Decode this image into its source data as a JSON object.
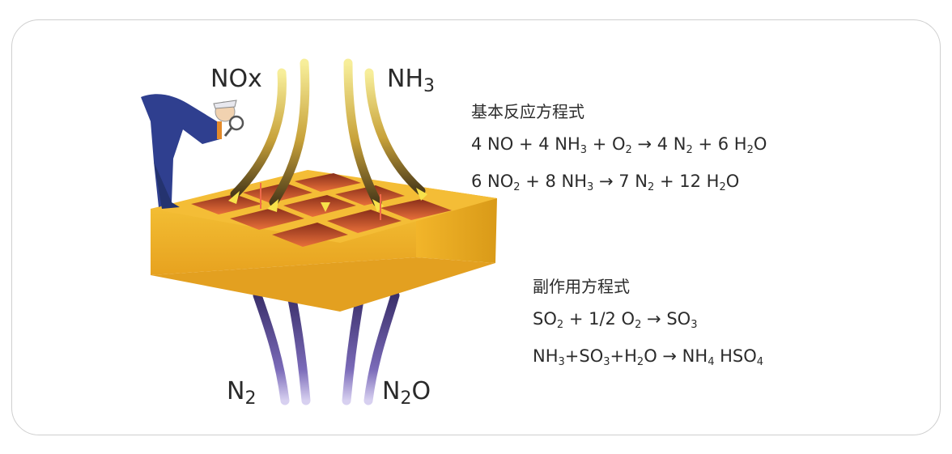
{
  "labels": {
    "nox": "NOx",
    "nh3_main": "NH",
    "nh3_sub": "3",
    "n2_main": "N",
    "n2_sub": "2",
    "n2o_main": "N",
    "n2o_sub": "2",
    "n2o_tail": "O"
  },
  "basic": {
    "title": "基本反应方程式",
    "eq1": [
      {
        "t": "4 NO + 4 NH"
      },
      {
        "s": "3"
      },
      {
        "t": " + O"
      },
      {
        "s": "2"
      },
      {
        "t": " → 4 N"
      },
      {
        "s": "2"
      },
      {
        "t": " + 6 H"
      },
      {
        "s": "2"
      },
      {
        "t": "O"
      }
    ],
    "eq2": [
      {
        "t": "6 NO"
      },
      {
        "s": "2"
      },
      {
        "t": " + 8 NH"
      },
      {
        "s": "3"
      },
      {
        "t": " → 7 N"
      },
      {
        "s": "2"
      },
      {
        "t": " + 12 H"
      },
      {
        "s": "2"
      },
      {
        "t": "O"
      }
    ]
  },
  "side": {
    "title": "副作用方程式",
    "eq1": [
      {
        "t": "SO"
      },
      {
        "s": "2"
      },
      {
        "t": " + 1/2 O"
      },
      {
        "s": "2"
      },
      {
        "t": " → SO"
      },
      {
        "s": "3"
      }
    ],
    "eq2": [
      {
        "t": "NH"
      },
      {
        "s": "3"
      },
      {
        "t": "+SO"
      },
      {
        "s": "3"
      },
      {
        "t": "+H"
      },
      {
        "s": "2"
      },
      {
        "t": "O → NH"
      },
      {
        "s": "4"
      },
      {
        "t": " HSO"
      },
      {
        "s": "4"
      }
    ]
  },
  "colors": {
    "catalyst_top": "#f2b52a",
    "catalyst_side": "#f0b42c",
    "cell": "#d8502a",
    "inflow": "#f3e27a",
    "outflow": "#5a4a9a"
  }
}
